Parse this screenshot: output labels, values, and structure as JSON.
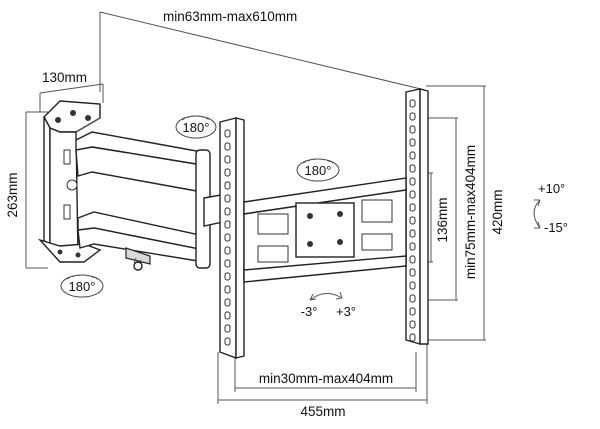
{
  "dimensions": {
    "arm_extension": "min63mm-max610mm",
    "wall_plate_width": "130mm",
    "wall_plate_height": "263mm",
    "vesa_horizontal": "min30mm-max404mm",
    "bracket_width": "455mm",
    "center_height": "136mm",
    "vesa_vertical": "min75mm-max404mm",
    "bracket_height": "420mm"
  },
  "rotations": {
    "wall_swivel": "180°",
    "arm_swivel": "180°",
    "head_swivel": "180°",
    "rotation_left": "-3°",
    "rotation_right": "+3°",
    "tilt_up": "+10°",
    "tilt_down": "-15°"
  }
}
